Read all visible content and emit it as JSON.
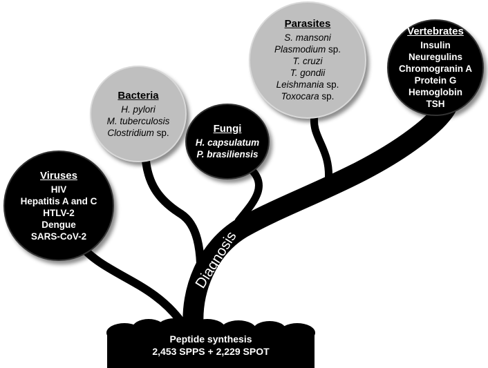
{
  "trunk_label": "Diagnosis",
  "base": {
    "line1": "Peptide synthesis",
    "line2": "2,453 SPPS + 2,229 SPOT"
  },
  "viruses": {
    "title": "Viruses",
    "items": [
      "HIV",
      "Hepatitis A and C",
      "HTLV-2",
      "Dengue",
      "SARS-CoV-2"
    ]
  },
  "bacteria": {
    "title": "Bacteria",
    "items": [
      "H. pylori",
      "M. tuberculosis",
      "Clostridium"
    ],
    "suffix": " sp."
  },
  "fungi": {
    "title": "Fungi",
    "items": [
      "H. capsulatum",
      "P. brasiliensis"
    ]
  },
  "parasites": {
    "title": "Parasites",
    "items": [
      "S. mansoni",
      "Plasmodium",
      "T. cruzi",
      "T. gondii",
      "Leishmania",
      "Toxocara"
    ],
    "suffixes": [
      "",
      " sp.",
      "",
      "",
      " sp.",
      " sp."
    ]
  },
  "vertebrates": {
    "title": "Vertebrates",
    "items": [
      "Insulin",
      "Neuregulins",
      "Chromogranin A",
      "Protein G",
      "Hemoglobin",
      "TSH"
    ]
  },
  "colors": {
    "dark_node": "#000000",
    "light_node": "#bfbfbf",
    "tree": "#000000"
  }
}
